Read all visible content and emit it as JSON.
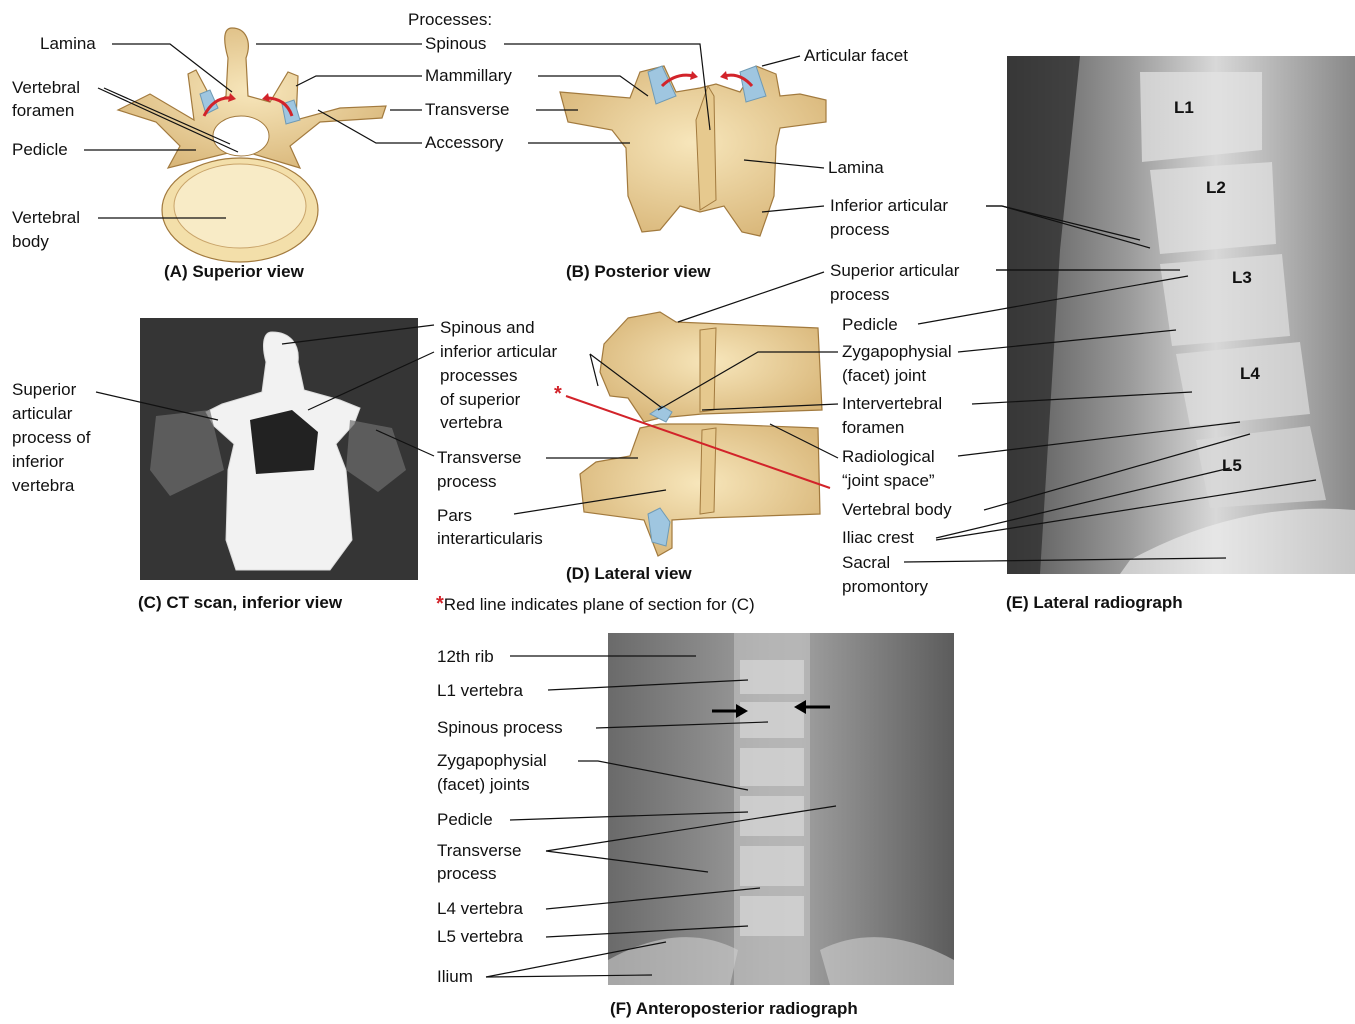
{
  "captions": {
    "a": "(A)  Superior view",
    "b": "(B)  Posterior view",
    "c": "(C)  CT scan, inferior view",
    "d": "(D)  Lateral view",
    "e": "(E)  Lateral radiograph",
    "f": "(F)  Anteroposterior radiograph"
  },
  "panel_a": {
    "lamina": "Lamina",
    "vertebral_foramen_1": "Vertebral",
    "vertebral_foramen_2": "foramen",
    "pedicle": "Pedicle",
    "vertebral_body_1": "Vertebral",
    "vertebral_body_2": "body"
  },
  "processes": {
    "heading": "Processes:",
    "spinous": "Spinous",
    "mammillary": "Mammillary",
    "transverse": "Transverse",
    "accessory": "Accessory"
  },
  "panel_b": {
    "articular_facet": "Articular facet",
    "lamina": "Lamina",
    "inferior_articular_1": "Inferior articular",
    "inferior_articular_2": "process"
  },
  "panel_c": {
    "superior_articular_1": "Superior",
    "superior_articular_2": "articular",
    "superior_articular_3": "process of",
    "superior_articular_4": "inferior",
    "superior_articular_5": "vertebra"
  },
  "panel_d": {
    "spinous_inferior_1": "Spinous and",
    "spinous_inferior_2": "inferior articular",
    "spinous_inferior_3": "processes",
    "spinous_inferior_4": "of superior",
    "spinous_inferior_5": "vertebra",
    "transverse_1": "Transverse",
    "transverse_2": "process",
    "pars_1": "Pars",
    "pars_2": "interarticularis",
    "superior_articular_1": "Superior articular",
    "superior_articular_2": "process",
    "pedicle": "Pedicle",
    "zygapophysial_1": "Zygapophysial",
    "zygapophysial_2": "(facet) joint",
    "intervertebral_1": "Intervertebral",
    "intervertebral_2": "foramen",
    "radiological_1": "Radiological",
    "radiological_2": "“joint space”",
    "vertebral_body": "Vertebral body",
    "iliac_crest": "Iliac crest",
    "sacral_1": "Sacral",
    "sacral_2": "promontory",
    "footnote_star": "*",
    "footnote": "Red line indicates plane of section for (C)",
    "marker": "*"
  },
  "panel_e": {
    "levels": [
      "L1",
      "L2",
      "L3",
      "L4",
      "L5"
    ]
  },
  "panel_f": {
    "rib": "12th rib",
    "l1": "L1 vertebra",
    "spinous": "Spinous process",
    "zyg_1": "Zygapophysial",
    "zyg_2": "(facet) joints",
    "pedicle": "Pedicle",
    "transverse_1": "Transverse",
    "transverse_2": "process",
    "l4": "L4 vertebra",
    "l5": "L5 vertebra",
    "ilium": "Ilium"
  },
  "colors": {
    "bone": "#f0d9a0",
    "bone_shade": "#c9a46a",
    "cartilage": "#9fc6e0",
    "arrow_red": "#d2232a",
    "xray_dark": "#2a2a2a"
  }
}
